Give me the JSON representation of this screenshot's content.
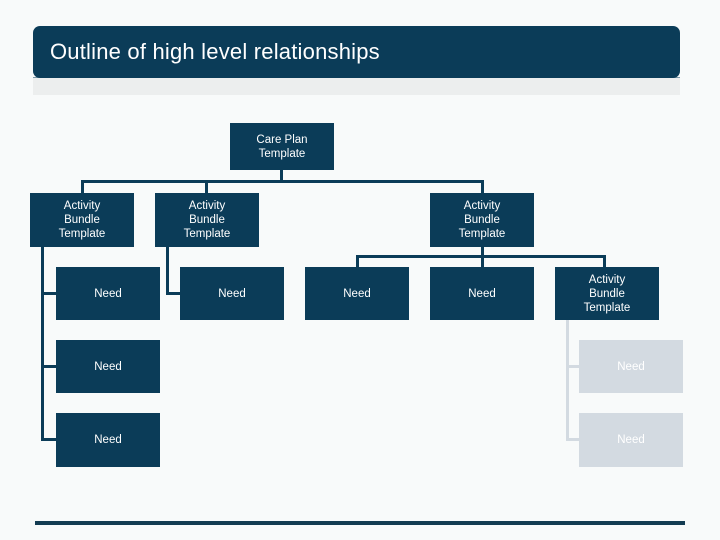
{
  "slide": {
    "title": "Outline of high level relationships",
    "background_color": "#f8fafa",
    "accent_color": "#0b3c58",
    "muted_color": "#d3dae1"
  },
  "diagram": {
    "type": "org-chart",
    "root": {
      "label": "Care Plan\nTemplate",
      "style": "dark"
    },
    "branches": [
      {
        "name": "branch-1",
        "header": {
          "label": "Activity\nBundle\nTemplate",
          "style": "dark"
        },
        "children": [
          {
            "label": "Need",
            "style": "dark"
          },
          {
            "label": "Need",
            "style": "dark"
          },
          {
            "label": "Need",
            "style": "dark"
          }
        ]
      },
      {
        "name": "branch-2",
        "header": {
          "label": "Activity\nBundle\nTemplate",
          "style": "dark"
        },
        "children": [
          {
            "label": "Need",
            "style": "dark"
          }
        ]
      },
      {
        "name": "branch-3",
        "header": {
          "label": "Activity\nBundle\nTemplate",
          "style": "dark"
        },
        "children": [
          {
            "label": "Need",
            "style": "dark"
          },
          {
            "label": "Need",
            "style": "dark"
          },
          {
            "label": "Activity\nBundle\nTemplate",
            "style": "dark"
          }
        ]
      },
      {
        "name": "branch-4",
        "header": {
          "label": "Activity\nBundle\nTemplate",
          "style": "dark"
        },
        "children": [
          {
            "label": "Need",
            "style": "light"
          },
          {
            "label": "Need",
            "style": "light"
          }
        ]
      }
    ]
  }
}
